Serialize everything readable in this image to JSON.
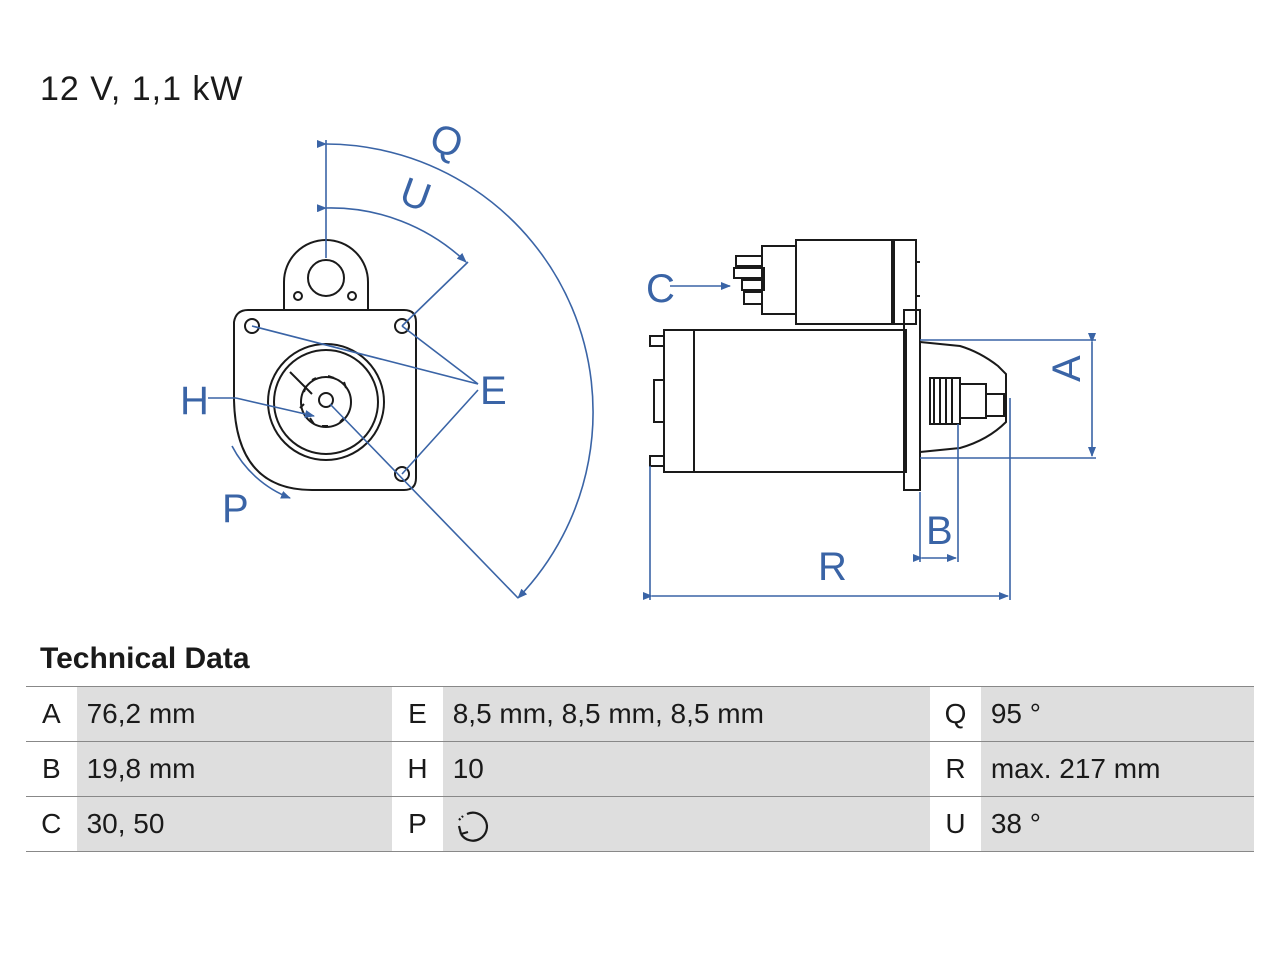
{
  "heading": "12 V, 1,1 kW",
  "diagram": {
    "labels": {
      "Q": "Q",
      "U": "U",
      "E": "E",
      "H": "H",
      "P": "P",
      "C": "C",
      "A": "A",
      "B": "B",
      "R": "R"
    },
    "colors": {
      "dimension": "#3a64a6",
      "outline": "#1a1a1a"
    }
  },
  "section_title": "Technical Data",
  "specs": [
    [
      {
        "key": "A",
        "value": "76,2 mm"
      },
      {
        "key": "E",
        "value": "8,5 mm, 8,5 mm, 8,5 mm"
      },
      {
        "key": "Q",
        "value": "95 °"
      }
    ],
    [
      {
        "key": "B",
        "value": "19,8 mm"
      },
      {
        "key": "H",
        "value": "10"
      },
      {
        "key": "R",
        "value": "max. 217 mm"
      }
    ],
    [
      {
        "key": "C",
        "value": "30, 50"
      },
      {
        "key": "P",
        "value": "",
        "icon": "counterclockwise-rotation-icon"
      },
      {
        "key": "U",
        "value": "38 °"
      }
    ]
  ],
  "table_colors": {
    "key_bg": "#ffffff",
    "value_bg": "#dedede",
    "rule": "#888888"
  }
}
